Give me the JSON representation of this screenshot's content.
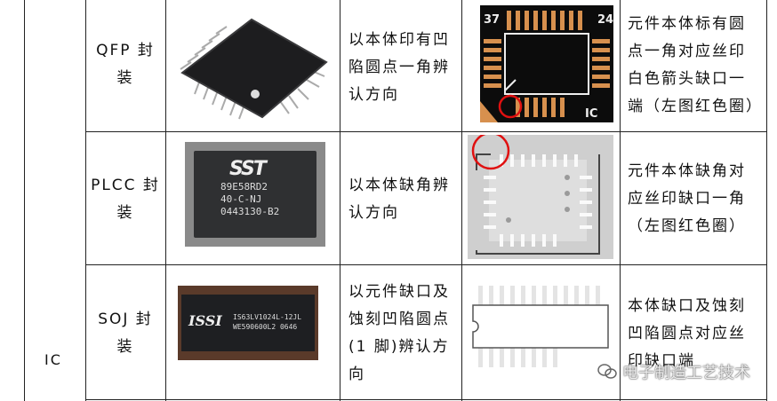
{
  "category": "IC",
  "rows": [
    {
      "package": "QFP 封\n装",
      "chip_label": "",
      "identify": "以本体印有凹\n陷圆点一角辨\n认方向",
      "pcb_mark": "元件本体标有圆\n点一角对应丝印\n白色箭头缺口一\n端（左图红色圈）",
      "silk": {
        "num1": "37",
        "num2": "24",
        "ic": "IC"
      }
    },
    {
      "package": "PLCC 封\n装",
      "chip_label": "89E58RD2\n40-C-NJ\n0443130-B2",
      "identify": "以本体缺角辨\n认方向",
      "pcb_mark": "元件本体缺角对\n应丝印缺口一角\n（左图红色圈）"
    },
    {
      "package": "SOJ 封\n装",
      "chip_label": "IS63LV1024L-12JL\nWE590600L2 0646",
      "brand": "ISSI",
      "identify": "以元件缺口及\n蚀刻凹陷圆点\n(1 脚)辨认方\n向",
      "pcb_mark": "本体缺口及蚀刻\n凹陷圆点对应丝\n印缺口端"
    }
  ],
  "watermark": "电子制造工艺技术"
}
